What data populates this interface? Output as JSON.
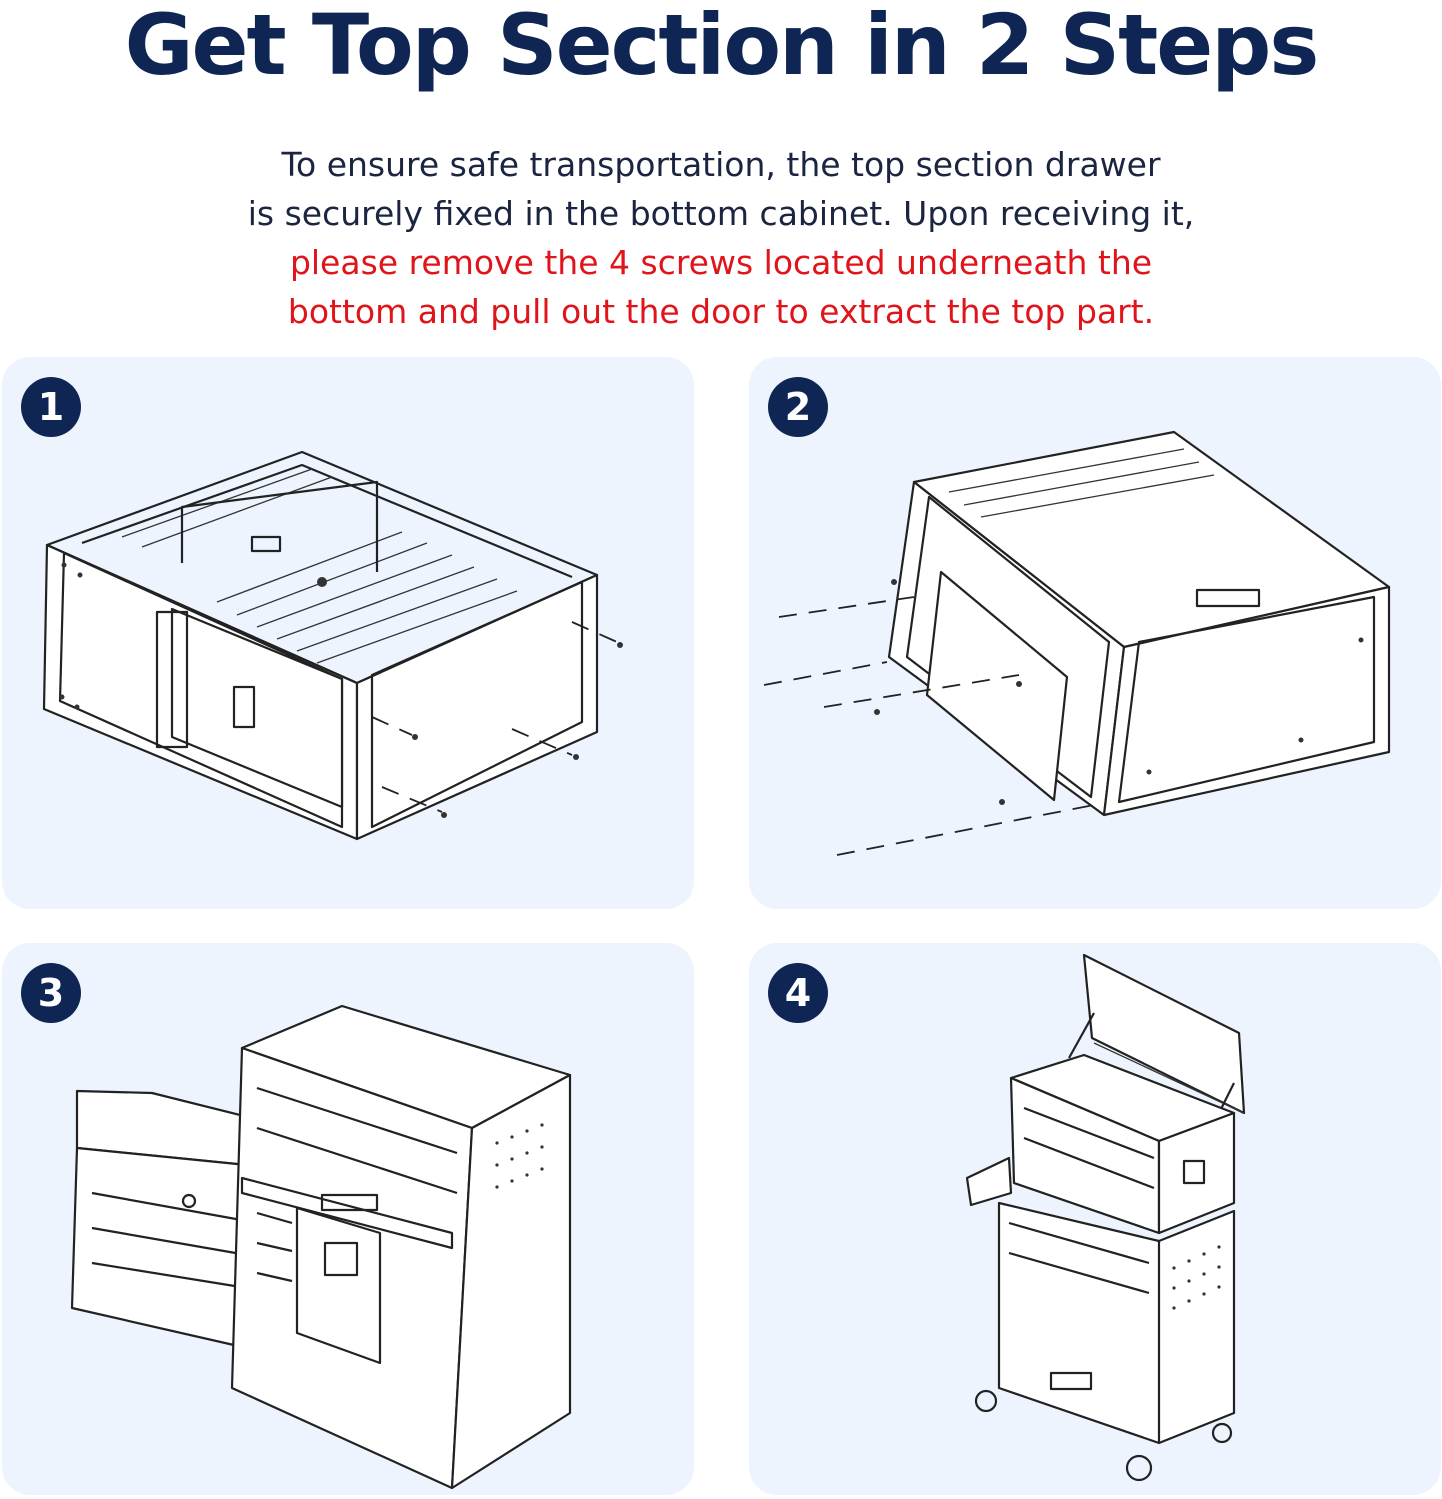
{
  "title": "Get Top Section in 2 Steps",
  "description": {
    "line1": "To ensure safe transportation, the top section drawer",
    "line2": "is securely fixed in the bottom cabinet. Upon receiving it,",
    "line3_highlight": "please remove the 4 screws located underneath the",
    "line4_highlight": "bottom and pull out the door to extract the top part."
  },
  "colors": {
    "title": "#0f2654",
    "highlight": "#e0141b",
    "panel_bg": "#edf4fe"
  },
  "steps": [
    {
      "number": "1"
    },
    {
      "number": "2"
    },
    {
      "number": "3"
    },
    {
      "number": "4"
    }
  ]
}
